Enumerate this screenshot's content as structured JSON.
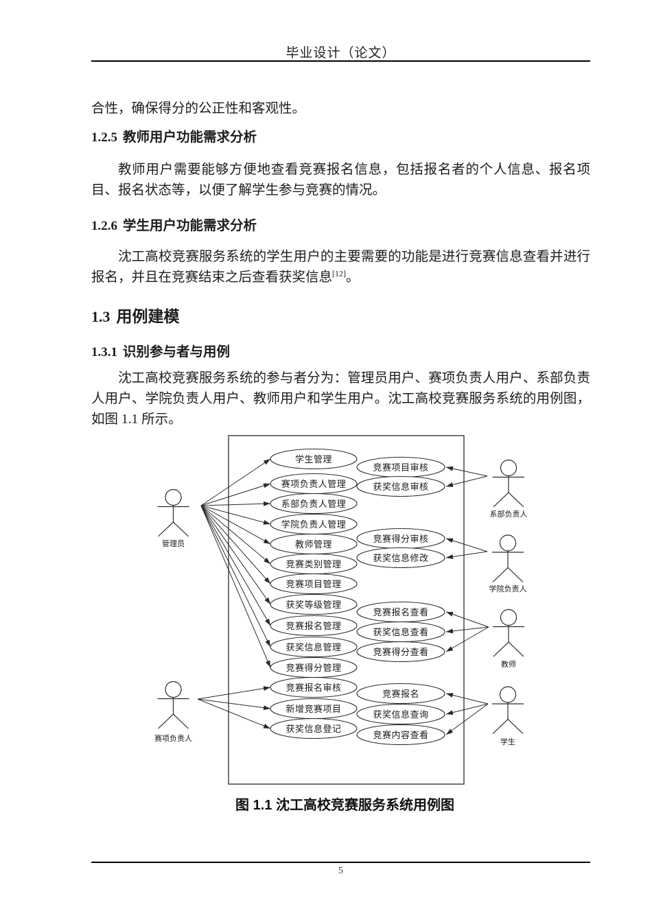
{
  "header": {
    "title": "毕业设计（论文）"
  },
  "body": {
    "leading_line": "合性，确保得分的公正性和客观性。",
    "s125": {
      "number": "1.2.5",
      "title": "教师用户功能需求分析",
      "para": "教师用户需要能够方便地查看竞赛报名信息，包括报名者的个人信息、报名项目、报名状态等，以便了解学生参与竞赛的情况。"
    },
    "s126": {
      "number": "1.2.6",
      "title": "学生用户功能需求分析",
      "para_before_ref": "沈工高校竞赛服务系统的学生用户的主要需要的功能是进行竞赛信息查看并进行报名，并且在竞赛结束之后查看获奖信息",
      "ref": "[12]",
      "para_after_ref": "。"
    },
    "s13": {
      "number": "1.3",
      "title": "用例建模"
    },
    "s131": {
      "number": "1.3.1",
      "title": "识别参与者与用例",
      "para": "沈工高校竞赛服务系统的参与者分为：管理员用户、赛项负责人用户、系部负责人用户、学院负责人用户、教师用户和学生用户。沈工高校竞赛服务系统的用例图，如图 1.1 所示。"
    }
  },
  "figure": {
    "caption": "图 1.1 沈工高校竞赛服务系统用例图",
    "actors": [
      "管理员",
      "赛项负责人",
      "系部负责人",
      "学院负责人",
      "教师",
      "学生"
    ],
    "usecases_left": [
      "学生管理",
      "赛项负责人管理",
      "系部负责人管理",
      "学院负责人管理",
      "教师管理",
      "竞赛类别管理",
      "竞赛项目管理",
      "获奖等级管理",
      "竞赛报名管理",
      "获奖信息管理",
      "竞赛得分管理",
      "竞赛报名审核",
      "新增竞赛项目",
      "获奖信息登记"
    ],
    "usecases_right": [
      "竞赛项目审核",
      "获奖信息审核",
      "竞赛得分审核",
      "获奖信息修改",
      "竞赛报名查看",
      "获奖信息查看",
      "竞赛得分查看",
      "竞赛报名",
      "获奖信息查询",
      "竞赛内容查看"
    ]
  },
  "footer": {
    "page_number": "5"
  }
}
